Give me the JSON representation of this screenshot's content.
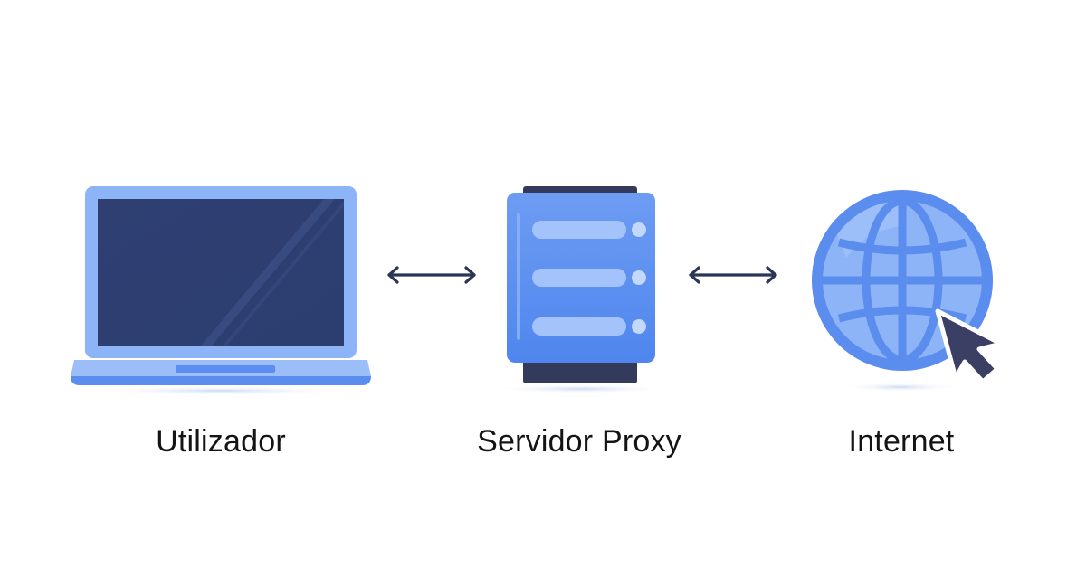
{
  "nodes": {
    "user": {
      "label": "Utilizador",
      "icon": "laptop-icon"
    },
    "proxy": {
      "label": "Servidor Proxy",
      "icon": "server-icon"
    },
    "internet": {
      "label": "Internet",
      "icon": "globe-icon"
    }
  },
  "connections": [
    {
      "from": "user",
      "to": "proxy",
      "direction": "bidirectional",
      "icon": "double-arrow-icon"
    },
    {
      "from": "proxy",
      "to": "internet",
      "direction": "bidirectional",
      "icon": "double-arrow-icon"
    }
  ],
  "colors": {
    "device_blue": "#5b8def",
    "device_light_blue": "#8db4f7",
    "screen_dark": "#2d3f72",
    "server_cap_dark": "#343a5c",
    "arrow": "#2a3655",
    "label_text": "#141414",
    "cursor": "#3a3f63"
  }
}
